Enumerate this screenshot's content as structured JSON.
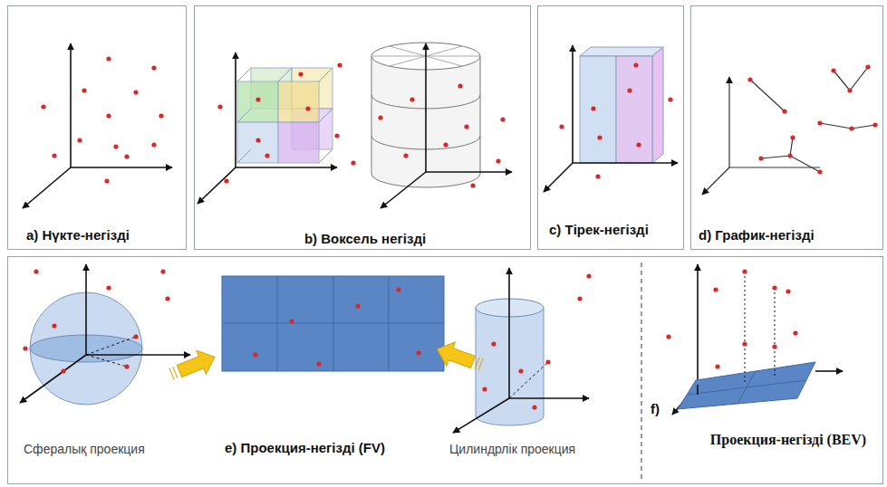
{
  "diagram": {
    "nodes": [
      {
        "text": [
          "a) Нүкте-негізді"
        ]
      },
      {
        "text": [
          "b) Воксель негізді"
        ]
      },
      {
        "text": [
          "c) Тірек-негізді"
        ]
      },
      {
        "text": [
          "d) График-негізді"
        ]
      },
      {
        "text": [
          "Сфералық проекция",
          "e) Проекция-негізді (FV)",
          "Цилиндрлік проекция"
        ]
      },
      {
        "text": [
          "f)",
          "Проекция-негізді (BEV)"
        ]
      }
    ]
  }
}
